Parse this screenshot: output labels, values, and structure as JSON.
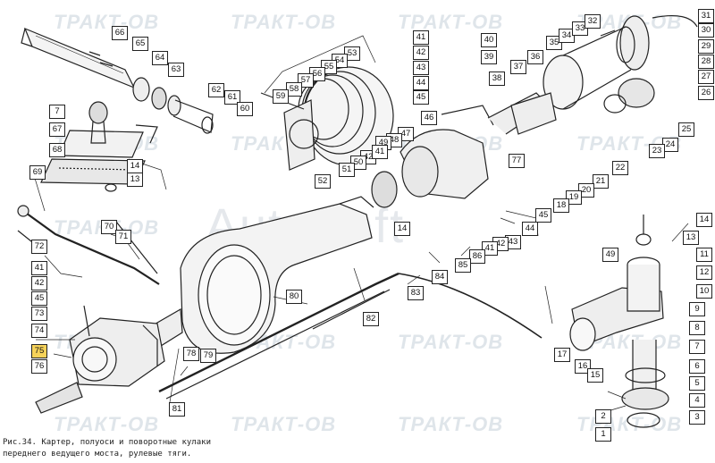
{
  "watermark": {
    "brand": "ТРАКТ-ОВ",
    "center_mark": "AutoSoft"
  },
  "caption": {
    "line1": "Рис.34. Картер, полуоси и поворотные кулаки",
    "line2": "переднего ведущего моста, рулевые тяги."
  },
  "highlight_color": "#f7d35a",
  "callouts": [
    {
      "n": "66"
    },
    {
      "n": "65"
    },
    {
      "n": "64"
    },
    {
      "n": "63"
    },
    {
      "n": "62"
    },
    {
      "n": "61"
    },
    {
      "n": "60"
    },
    {
      "n": "7"
    },
    {
      "n": "67"
    },
    {
      "n": "68"
    },
    {
      "n": "14"
    },
    {
      "n": "13"
    },
    {
      "n": "69"
    },
    {
      "n": "53"
    },
    {
      "n": "54"
    },
    {
      "n": "55"
    },
    {
      "n": "56"
    },
    {
      "n": "57"
    },
    {
      "n": "58"
    },
    {
      "n": "59"
    },
    {
      "n": "41"
    },
    {
      "n": "42"
    },
    {
      "n": "43"
    },
    {
      "n": "44"
    },
    {
      "n": "45"
    },
    {
      "n": "40"
    },
    {
      "n": "39"
    },
    {
      "n": "38"
    },
    {
      "n": "37"
    },
    {
      "n": "36"
    },
    {
      "n": "35"
    },
    {
      "n": "34"
    },
    {
      "n": "33"
    },
    {
      "n": "32"
    },
    {
      "n": "31"
    },
    {
      "n": "30"
    },
    {
      "n": "29"
    },
    {
      "n": "28"
    },
    {
      "n": "27"
    },
    {
      "n": "26"
    },
    {
      "n": "25"
    },
    {
      "n": "24"
    },
    {
      "n": "23"
    },
    {
      "n": "22"
    },
    {
      "n": "21"
    },
    {
      "n": "20"
    },
    {
      "n": "19"
    },
    {
      "n": "18"
    },
    {
      "n": "46"
    },
    {
      "n": "47"
    },
    {
      "n": "48"
    },
    {
      "n": "49"
    },
    {
      "n": "42"
    },
    {
      "n": "41"
    },
    {
      "n": "50"
    },
    {
      "n": "51"
    },
    {
      "n": "52"
    },
    {
      "n": "77"
    },
    {
      "n": "45"
    },
    {
      "n": "44"
    },
    {
      "n": "43"
    },
    {
      "n": "42"
    },
    {
      "n": "41"
    },
    {
      "n": "86"
    },
    {
      "n": "85"
    },
    {
      "n": "84"
    },
    {
      "n": "14"
    },
    {
      "n": "83"
    },
    {
      "n": "70"
    },
    {
      "n": "71"
    },
    {
      "n": "72"
    },
    {
      "n": "41"
    },
    {
      "n": "42"
    },
    {
      "n": "45"
    },
    {
      "n": "73"
    },
    {
      "n": "74"
    },
    {
      "n": "75",
      "highlight": true
    },
    {
      "n": "76"
    },
    {
      "n": "78"
    },
    {
      "n": "79"
    },
    {
      "n": "80"
    },
    {
      "n": "81"
    },
    {
      "n": "82"
    },
    {
      "n": "14"
    },
    {
      "n": "13"
    },
    {
      "n": "49"
    },
    {
      "n": "11"
    },
    {
      "n": "12"
    },
    {
      "n": "10"
    },
    {
      "n": "9"
    },
    {
      "n": "8"
    },
    {
      "n": "7"
    },
    {
      "n": "6"
    },
    {
      "n": "5"
    },
    {
      "n": "4"
    },
    {
      "n": "3"
    },
    {
      "n": "2"
    },
    {
      "n": "1"
    },
    {
      "n": "17"
    },
    {
      "n": "16"
    },
    {
      "n": "15"
    }
  ]
}
